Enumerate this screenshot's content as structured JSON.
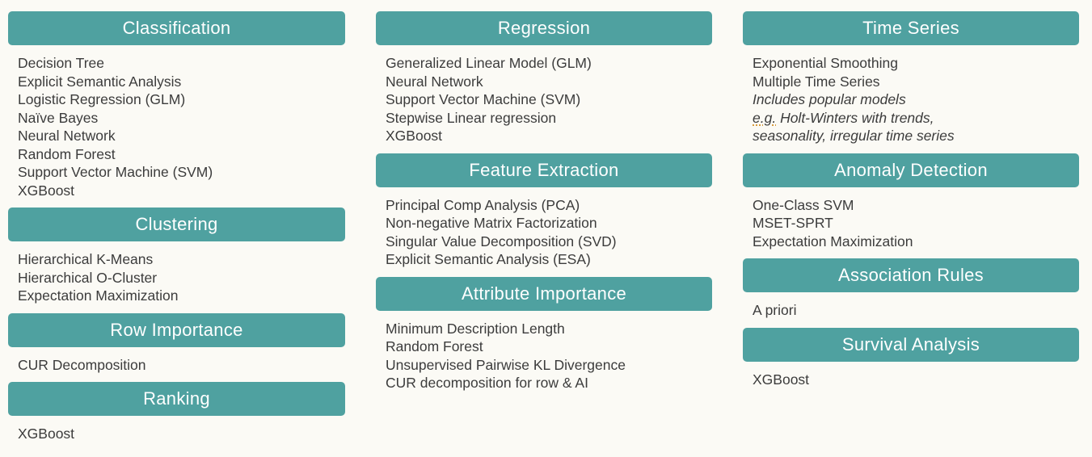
{
  "theme": {
    "header_background": "#4FA1A0",
    "header_text_color": "#FFFFFF",
    "page_background": "#FBFAF5",
    "item_text_color": "#3C3C3C",
    "eg_underline_color": "#D89B3C"
  },
  "columns": [
    {
      "sections": [
        {
          "title": "Classification",
          "items": [
            "Decision Tree",
            "Explicit Semantic Analysis",
            "Logistic Regression (GLM)",
            "Naïve Bayes",
            "Neural Network",
            "Random Forest",
            "Support Vector Machine (SVM)",
            "XGBoost"
          ]
        },
        {
          "title": "Clustering",
          "items": [
            "Hierarchical K-Means",
            "Hierarchical O-Cluster",
            "Expectation Maximization"
          ]
        },
        {
          "title": "Row Importance",
          "items": [
            "CUR Decomposition"
          ]
        },
        {
          "title": "Ranking",
          "items": [
            "XGBoost"
          ]
        }
      ]
    },
    {
      "sections": [
        {
          "title": "Regression",
          "items": [
            "Generalized Linear Model (GLM)",
            "Neural Network",
            "Support Vector Machine (SVM)",
            "Stepwise Linear regression",
            "XGBoost"
          ]
        },
        {
          "title": "Feature Extraction",
          "items": [
            "Principal Comp Analysis (PCA)",
            "Non-negative Matrix Factorization",
            "Singular Value Decomposition (SVD)",
            "Explicit Semantic Analysis (ESA)"
          ]
        },
        {
          "title": "Attribute Importance",
          "items": [
            "Minimum Description Length",
            "Random Forest",
            "Unsupervised Pairwise KL Divergence",
            "CUR decomposition for row & AI"
          ]
        }
      ]
    },
    {
      "sections": [
        {
          "title": "Time Series",
          "items": [
            "Exponential Smoothing",
            "Multiple Time Series",
            "Includes popular models",
            {
              "eg": "e.g.",
              "rest": " Holt-Winters with trends,"
            },
            "seasonality, irregular time series"
          ]
        },
        {
          "title": "Anomaly Detection",
          "items": [
            "One-Class SVM",
            "MSET-SPRT",
            "Expectation Maximization"
          ]
        },
        {
          "title": "Association Rules",
          "items": [
            "A priori"
          ]
        },
        {
          "title": "Survival Analysis",
          "items": [
            "XGBoost"
          ]
        }
      ]
    }
  ]
}
